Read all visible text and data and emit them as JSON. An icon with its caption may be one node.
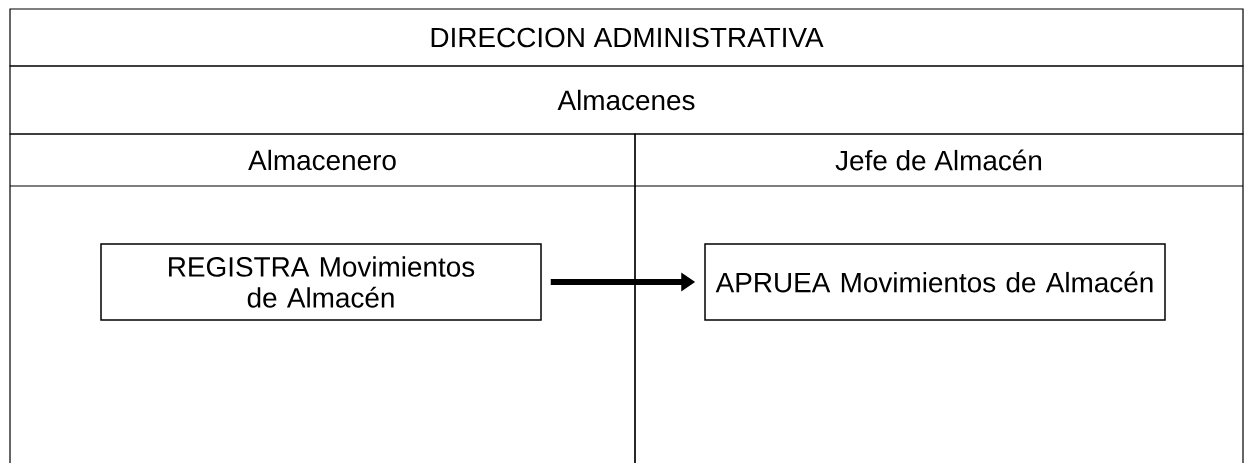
{
  "diagram": {
    "nodes": [
      {
        "text": [
          "DIRECCION ADMINISTRATIVA"
        ]
      },
      {
        "text": [
          "Almacenes"
        ]
      },
      {
        "text": [
          "Almacenero"
        ]
      },
      {
        "text": [
          "Jefe de Almacén"
        ]
      },
      {
        "text": [
          "REGISTRA Movimientos de Almacén"
        ],
        "in": 2
      },
      {
        "text": [
          "APRUEA Movimientos de Almacén"
        ],
        "in": 3
      }
    ],
    "edges": [
      {
        "from": 4,
        "to": 5,
        "arrow": "to"
      }
    ]
  }
}
